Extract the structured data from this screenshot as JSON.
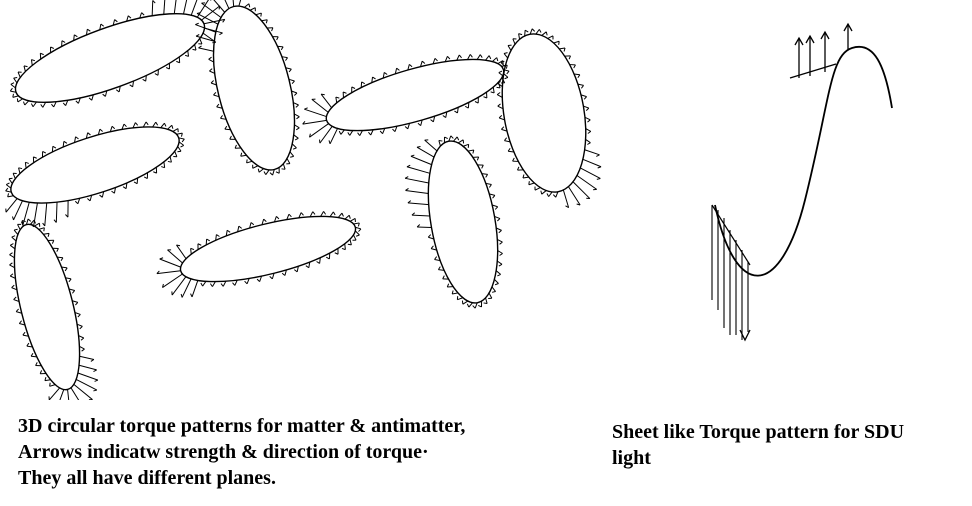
{
  "captions": {
    "left": [
      "3D circular torque patterns for matter & antimatter,",
      "Arrows indicatw strength & direction of torque·",
      "They all have different planes."
    ],
    "right": [
      "Sheet like Torque pattern for SDU",
      "light"
    ]
  },
  "colors": {
    "ink": "#000000",
    "background": "#ffffff"
  }
}
